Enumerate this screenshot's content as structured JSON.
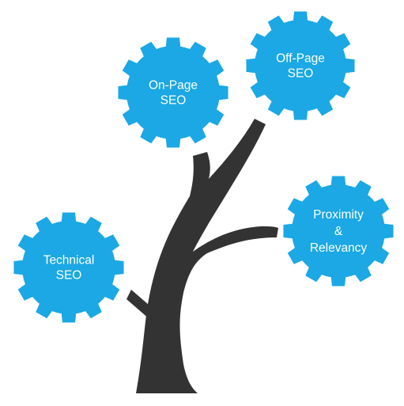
{
  "colors": {
    "gear": "#1ba8e4",
    "trunk": "#333333",
    "label": "#ffffff",
    "background": "#ffffff"
  },
  "gears": [
    {
      "id": "on-page",
      "lines": [
        "On-Page",
        "SEO"
      ]
    },
    {
      "id": "off-page",
      "lines": [
        "Off-Page",
        "SEO"
      ]
    },
    {
      "id": "proximity",
      "lines": [
        "Proximity",
        "&",
        "Relevancy"
      ]
    },
    {
      "id": "technical",
      "lines": [
        "Technical",
        "SEO"
      ]
    }
  ]
}
